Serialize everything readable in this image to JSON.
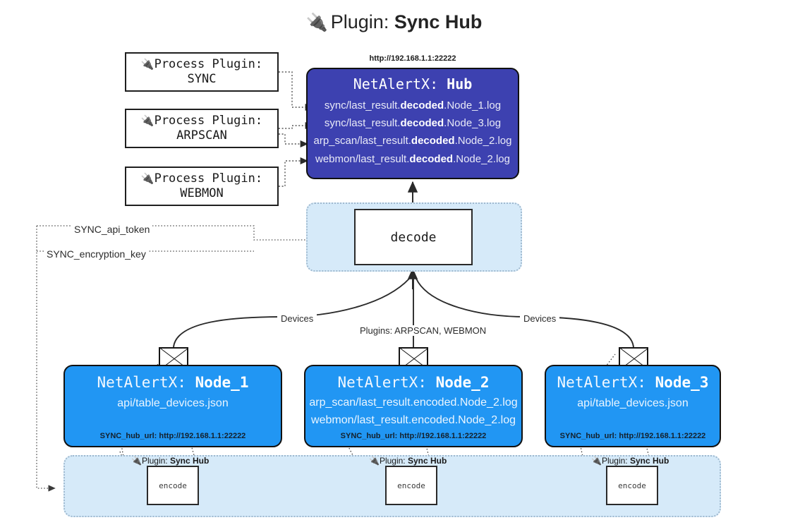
{
  "title": {
    "icon": "plug-icon",
    "glyph": "🔌",
    "prefix": "Plugin: ",
    "name": "Sync Hub"
  },
  "process_plugins": [
    {
      "glyph": "🔌",
      "line1": "Process Plugin:",
      "line2": "SYNC"
    },
    {
      "glyph": "🔌",
      "line1": "Process Plugin:",
      "line2": "ARPSCAN"
    },
    {
      "glyph": "🔌",
      "line1": "Process Plugin:",
      "line2": "WEBMON"
    }
  ],
  "hub": {
    "url": "http://192.168.1.1:22222",
    "title_prefix": "NetAlertX: ",
    "title_name": "Hub",
    "fill_color": "#3d41b0",
    "loglines": [
      {
        "pre": "sync/last_result.",
        "bold": "decoded",
        "post": ".Node_1.log"
      },
      {
        "pre": "sync/last_result.",
        "bold": "decoded",
        "post": ".Node_3.log"
      },
      {
        "pre": "arp_scan/last_result.",
        "bold": "decoded",
        "post": ".Node_2.log"
      },
      {
        "pre": "webmon/last_result.",
        "bold": "decoded",
        "post": ".Node_2.log"
      }
    ]
  },
  "decode": {
    "label": "decode",
    "container_color": "#d6eaf9"
  },
  "keys": {
    "api_token": "SYNC_api_token",
    "encryption_key": "SYNC_encryption_key"
  },
  "edge_labels": {
    "devices_left": "Devices",
    "devices_right": "Devices",
    "plugins_center": "Plugins: ARPSCAN, WEBMON"
  },
  "nodes": [
    {
      "title_prefix": "NetAlertX: ",
      "title_name": "Node_1",
      "lines": [
        "api/table_devices.json"
      ],
      "footer": "SYNC_hub_url: http://192.168.1.1:22222",
      "fill_color": "#2196f3"
    },
    {
      "title_prefix": "NetAlertX: ",
      "title_name": "Node_2",
      "lines": [
        "arp_scan/last_result.encoded.Node_2.log",
        "webmon/last_result.encoded.Node_2.log"
      ],
      "footer": "SYNC_hub_url: http://192.168.1.1:22222",
      "fill_color": "#2196f3"
    },
    {
      "title_prefix": "NetAlertX: ",
      "title_name": "Node_3",
      "lines": [
        "api/table_devices.json"
      ],
      "footer": "SYNC_hub_url: http://192.168.1.1:22222",
      "fill_color": "#2196f3"
    }
  ],
  "plugin_band": {
    "labels": [
      {
        "glyph": "🔌",
        "prefix": "Plugin: ",
        "name": "Sync Hub"
      },
      {
        "glyph": "🔌",
        "prefix": "Plugin: ",
        "name": "Sync Hub"
      },
      {
        "glyph": "🔌",
        "prefix": "Plugin: ",
        "name": "Sync Hub"
      }
    ],
    "encode_label": "encode",
    "container_color": "#d6eaf9"
  }
}
